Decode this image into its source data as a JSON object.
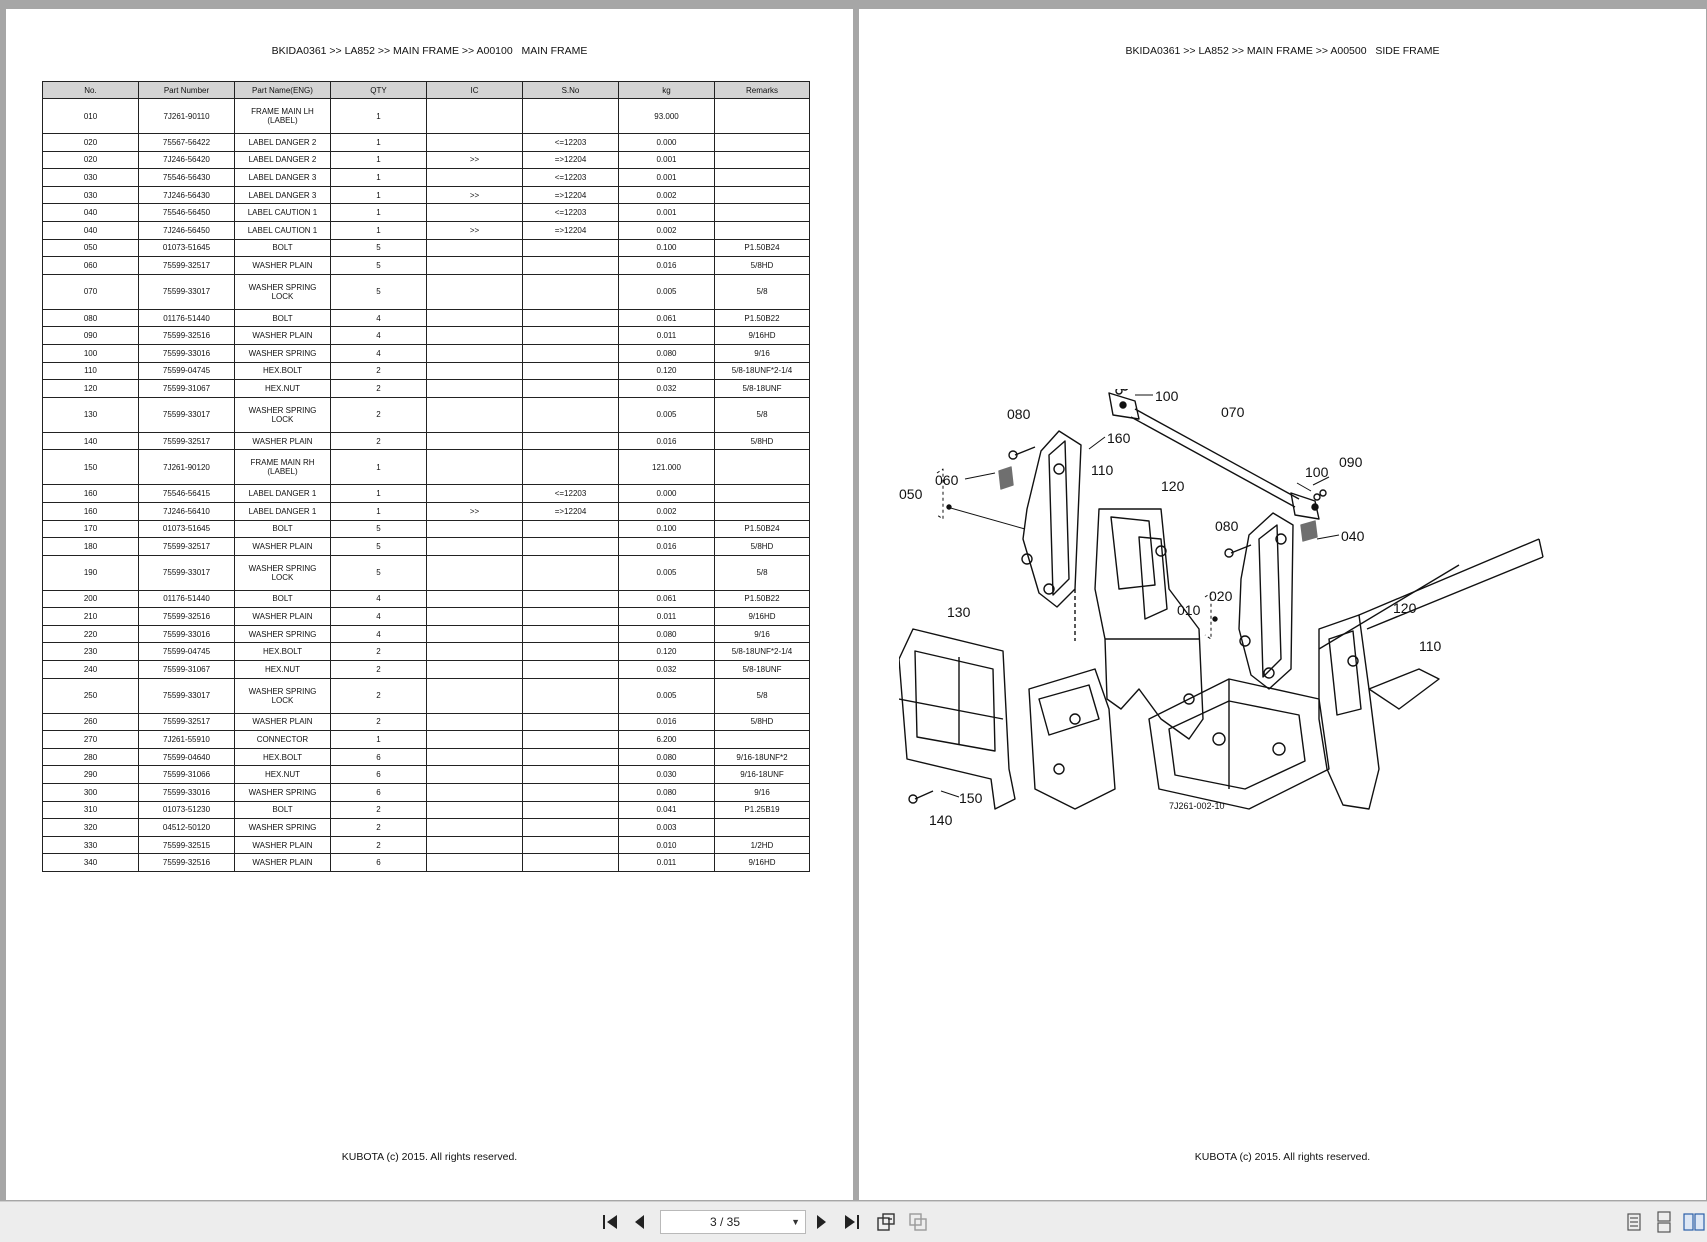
{
  "left_page": {
    "breadcrumb": "BKIDA0361 >> LA852 >> MAIN FRAME >> A00100   MAIN FRAME",
    "footer": "KUBOTA (c) 2015. All rights reserved.",
    "columns": [
      "No.",
      "Part Number",
      "Part Name(ENG)",
      "QTY",
      "IC",
      "S.No",
      "kg",
      "Remarks"
    ],
    "rows": [
      [
        "010",
        "7J261-90110",
        "FRAME MAIN LH (LABEL)",
        "1",
        "",
        "",
        "93.000",
        ""
      ],
      [
        "020",
        "75567-56422",
        "LABEL DANGER 2",
        "1",
        "",
        "<=12203",
        "0.000",
        ""
      ],
      [
        "020",
        "7J246-56420",
        "LABEL DANGER 2",
        "1",
        ">>",
        "=>12204",
        "0.001",
        ""
      ],
      [
        "030",
        "75546-56430",
        "LABEL DANGER 3",
        "1",
        "",
        "<=12203",
        "0.001",
        ""
      ],
      [
        "030",
        "7J246-56430",
        "LABEL DANGER 3",
        "1",
        ">>",
        "=>12204",
        "0.002",
        ""
      ],
      [
        "040",
        "75546-56450",
        "LABEL CAUTION 1",
        "1",
        "",
        "<=12203",
        "0.001",
        ""
      ],
      [
        "040",
        "7J246-56450",
        "LABEL CAUTION 1",
        "1",
        ">>",
        "=>12204",
        "0.002",
        ""
      ],
      [
        "050",
        "01073-51645",
        "BOLT",
        "5",
        "",
        "",
        "0.100",
        "P1.50B24"
      ],
      [
        "060",
        "75599-32517",
        "WASHER PLAIN",
        "5",
        "",
        "",
        "0.016",
        "5/8HD"
      ],
      [
        "070",
        "75599-33017",
        "WASHER SPRING LOCK",
        "5",
        "",
        "",
        "0.005",
        "5/8"
      ],
      [
        "080",
        "01176-51440",
        "BOLT",
        "4",
        "",
        "",
        "0.061",
        "P1.50B22"
      ],
      [
        "090",
        "75599-32516",
        "WASHER PLAIN",
        "4",
        "",
        "",
        "0.011",
        "9/16HD"
      ],
      [
        "100",
        "75599-33016",
        "WASHER SPRING",
        "4",
        "",
        "",
        "0.080",
        "9/16"
      ],
      [
        "110",
        "75599-04745",
        "HEX.BOLT",
        "2",
        "",
        "",
        "0.120",
        "5/8-18UNF*2-1/4"
      ],
      [
        "120",
        "75599-31067",
        "HEX.NUT",
        "2",
        "",
        "",
        "0.032",
        "5/8-18UNF"
      ],
      [
        "130",
        "75599-33017",
        "WASHER SPRING LOCK",
        "2",
        "",
        "",
        "0.005",
        "5/8"
      ],
      [
        "140",
        "75599-32517",
        "WASHER PLAIN",
        "2",
        "",
        "",
        "0.016",
        "5/8HD"
      ],
      [
        "150",
        "7J261-90120",
        "FRAME MAIN RH (LABEL)",
        "1",
        "",
        "",
        "121.000",
        ""
      ],
      [
        "160",
        "75546-56415",
        "LABEL DANGER 1",
        "1",
        "",
        "<=12203",
        "0.000",
        ""
      ],
      [
        "160",
        "7J246-56410",
        "LABEL DANGER 1",
        "1",
        ">>",
        "=>12204",
        "0.002",
        ""
      ],
      [
        "170",
        "01073-51645",
        "BOLT",
        "5",
        "",
        "",
        "0.100",
        "P1.50B24"
      ],
      [
        "180",
        "75599-32517",
        "WASHER PLAIN",
        "5",
        "",
        "",
        "0.016",
        "5/8HD"
      ],
      [
        "190",
        "75599-33017",
        "WASHER SPRING LOCK",
        "5",
        "",
        "",
        "0.005",
        "5/8"
      ],
      [
        "200",
        "01176-51440",
        "BOLT",
        "4",
        "",
        "",
        "0.061",
        "P1.50B22"
      ],
      [
        "210",
        "75599-32516",
        "WASHER PLAIN",
        "4",
        "",
        "",
        "0.011",
        "9/16HD"
      ],
      [
        "220",
        "75599-33016",
        "WASHER SPRING",
        "4",
        "",
        "",
        "0.080",
        "9/16"
      ],
      [
        "230",
        "75599-04745",
        "HEX.BOLT",
        "2",
        "",
        "",
        "0.120",
        "5/8-18UNF*2-1/4"
      ],
      [
        "240",
        "75599-31067",
        "HEX.NUT",
        "2",
        "",
        "",
        "0.032",
        "5/8-18UNF"
      ],
      [
        "250",
        "75599-33017",
        "WASHER SPRING LOCK",
        "2",
        "",
        "",
        "0.005",
        "5/8"
      ],
      [
        "260",
        "75599-32517",
        "WASHER PLAIN",
        "2",
        "",
        "",
        "0.016",
        "5/8HD"
      ],
      [
        "270",
        "7J261-55910",
        "CONNECTOR",
        "1",
        "",
        "",
        "6.200",
        ""
      ],
      [
        "280",
        "75599-04640",
        "HEX.BOLT",
        "6",
        "",
        "",
        "0.080",
        "9/16-18UNF*2"
      ],
      [
        "290",
        "75599-31066",
        "HEX.NUT",
        "6",
        "",
        "",
        "0.030",
        "9/16-18UNF"
      ],
      [
        "300",
        "75599-33016",
        "WASHER SPRING",
        "6",
        "",
        "",
        "0.080",
        "9/16"
      ],
      [
        "310",
        "01073-51230",
        "BOLT",
        "2",
        "",
        "",
        "0.041",
        "P1.25B19"
      ],
      [
        "320",
        "04512-50120",
        "WASHER SPRING",
        "2",
        "",
        "",
        "0.003",
        ""
      ],
      [
        "330",
        "75599-32515",
        "WASHER PLAIN",
        "2",
        "",
        "",
        "0.010",
        "1/2HD"
      ],
      [
        "340",
        "75599-32516",
        "WASHER PLAIN",
        "6",
        "",
        "",
        "0.011",
        "9/16HD"
      ]
    ]
  },
  "right_page": {
    "breadcrumb": "BKIDA0361 >> LA852 >> MAIN FRAME >> A00500   SIDE FRAME",
    "footer": "KUBOTA (c) 2015. All rights reserved.",
    "diagram": {
      "code": "7J261-002-10",
      "callouts": [
        "090",
        "100",
        "080",
        "070",
        "160",
        "060",
        "050",
        "110",
        "120",
        "100",
        "090",
        "080",
        "040",
        "020",
        "010",
        "130",
        "120",
        "110",
        "150",
        "140"
      ]
    }
  },
  "toolbar": {
    "page_indicator": "3 / 35",
    "icons": [
      "first-page-icon",
      "previous-page-icon",
      "next-page-icon",
      "last-page-icon",
      "rotate-icon",
      "copy-icon",
      "single-page-view-icon",
      "continuous-view-icon",
      "two-page-view-icon"
    ]
  }
}
